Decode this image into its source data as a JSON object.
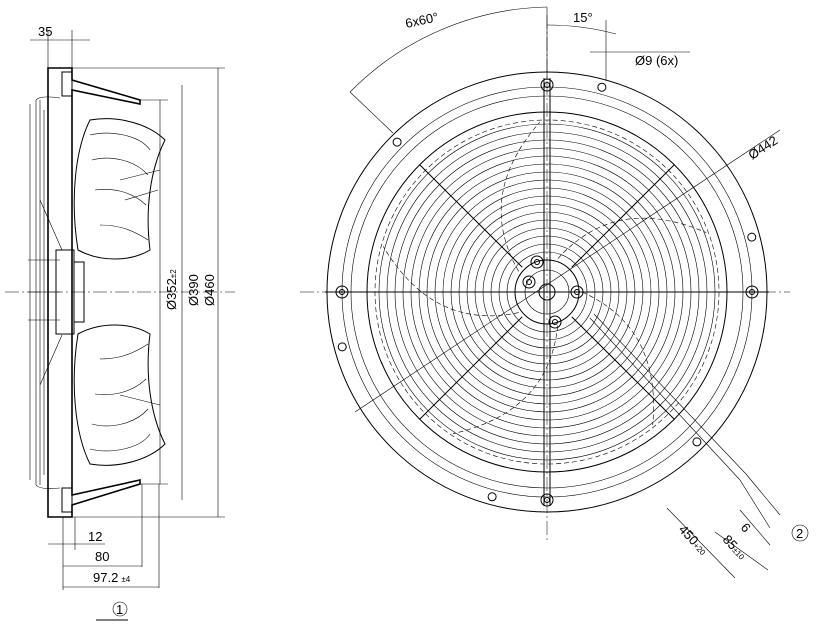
{
  "drawing": {
    "side_view": {
      "dim_depth_top": "35",
      "dim_dia_352": "Ø352",
      "dim_dia_352_tol": "±2",
      "dim_dia_390": "Ø390",
      "dim_dia_460": "Ø460",
      "dim_12": "12",
      "dim_80": "80",
      "dim_97": "97.2",
      "dim_97_tol": "±4",
      "callout_1": "1"
    },
    "front_view": {
      "dim_angle_holes": "6x60°",
      "dim_angle_offset": "15°",
      "dim_hole": "Ø9 (6x)",
      "dim_dia_442": "Ø442",
      "dim_cable_len": "450",
      "dim_cable_len_tol": "+20",
      "dim_6": "6",
      "dim_85": "85",
      "dim_85_tol": "±10",
      "callout_2": "2"
    }
  }
}
